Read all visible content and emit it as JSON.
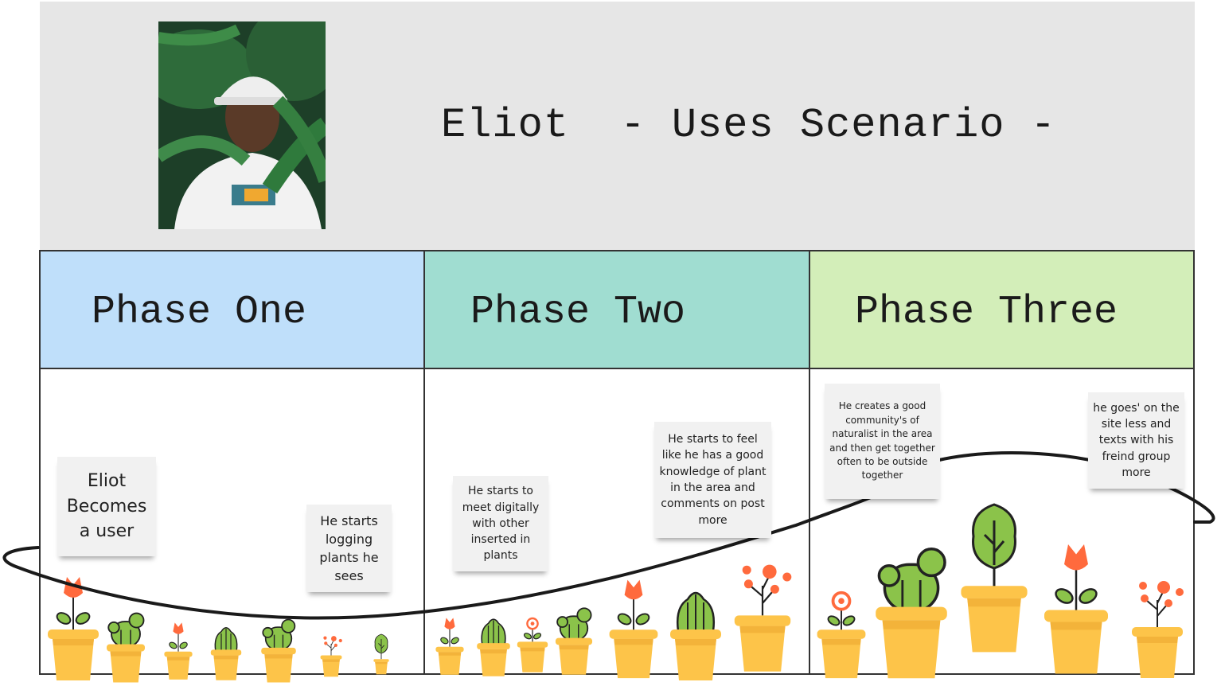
{
  "header": {
    "title": "Eliot  - Uses Scenario -",
    "photo": "person-in-foliage-photo"
  },
  "phases": [
    {
      "label": "Phase One",
      "color": "#bfdffa"
    },
    {
      "label": "Phase Two",
      "color": "#a0ddd1"
    },
    {
      "label": "Phase Three",
      "color": "#d3eeb9"
    }
  ],
  "notes": {
    "n1": "Eliot Becomes a user",
    "n2": "He starts logging plants he sees",
    "n3": "He starts to meet digitally with other inserted in plants",
    "n4": "He starts to feel like he has a good knowledge of plant in the area and comments on post more",
    "n5": "He creates a good community's of naturalist in the area and then get together often to be outside together",
    "n6": "he goes' on the site less and texts with his freind group more"
  },
  "colors": {
    "pot": "#fdc449",
    "leaf": "#8bc34a",
    "flower": "#ff6a3d",
    "outline": "#222222",
    "curve": "#1a1a1a"
  }
}
